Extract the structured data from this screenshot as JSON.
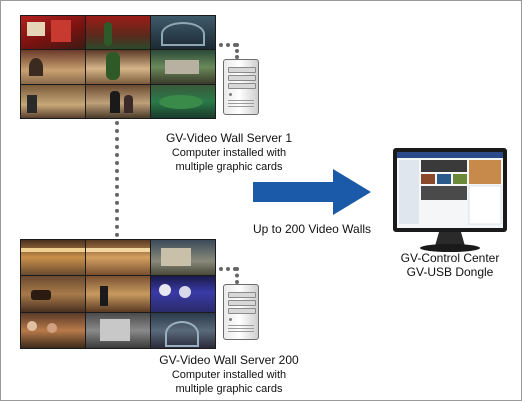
{
  "server_1": {
    "name": "GV-Video Wall Server 1",
    "desc_line1": "Computer installed with",
    "desc_line2": "multiple graphic cards"
  },
  "server_200": {
    "name": "GV-Video Wall Server 200",
    "desc_line1": "Computer installed with",
    "desc_line2": "multiple graphic cards"
  },
  "arrow_label": "Up to 200 Video Walls",
  "control": {
    "line1": "GV-Control Center",
    "line2": "GV-USB Dongle"
  },
  "colors": {
    "arrow": "#1a5aa8",
    "connector": "#666666",
    "wall_bezel": "#1b1b1b"
  }
}
